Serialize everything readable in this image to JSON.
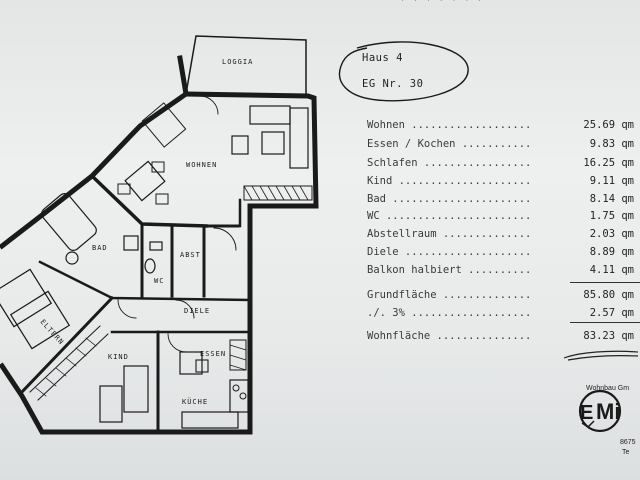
{
  "header": {
    "line1": "Haus 4",
    "line2": "EG Nr. 30"
  },
  "rooms_table": [
    {
      "label": "Wohnen",
      "dots": "Wohnen ...................",
      "value": "25.69 qm"
    },
    {
      "label": "Essen / Kochen",
      "dots": "Essen / Kochen ...........",
      "value": "9.83 qm"
    },
    {
      "label": "Schlafen",
      "dots": "Schlafen .................",
      "value": "16.25 qm"
    },
    {
      "label": "Kind",
      "dots": "Kind .....................",
      "value": "9.11 qm"
    },
    {
      "label": "Bad",
      "dots": "Bad ......................",
      "value": "8.14 qm"
    },
    {
      "label": "WC",
      "dots": "WC .......................",
      "value": "1.75 qm"
    },
    {
      "label": "Abstellraum",
      "dots": "Abstellraum ..............",
      "value": "2.03 qm"
    },
    {
      "label": "Diele",
      "dots": "Diele ....................",
      "value": "8.89 qm"
    },
    {
      "label": "Balkon halbiert",
      "dots": "Balkon halbiert ..........",
      "value": "4.11 qm"
    }
  ],
  "totals": [
    {
      "label": "Grundfläche",
      "dots": "Grundfläche ..............",
      "value": "85.80 qm"
    },
    {
      "label": "./. 3%",
      "dots": "./. 3% ...................",
      "value": "2.57 qm"
    },
    {
      "label": "Wohnfläche",
      "dots": "Wohnfläche ...............",
      "value": "83.23 qm"
    }
  ],
  "plan_labels": {
    "loggia": "LOGGIA",
    "wohnen": "WOHNEN",
    "bad": "BAD",
    "wc": "WC",
    "abst": "ABST.",
    "diele": "DIELE",
    "eltern": "ELTERN",
    "kind": "KIND",
    "essen": "ESSEN",
    "kueche": "KÜCHE"
  },
  "logo": {
    "top": "Wohnbau Gm",
    "mark": "EMi",
    "bottom": "8675",
    "tel": "Te"
  },
  "top_note": "' ' ' ' ' ' '",
  "colors": {
    "paper": "#e8eaea",
    "ink": "#1a1a1a"
  }
}
